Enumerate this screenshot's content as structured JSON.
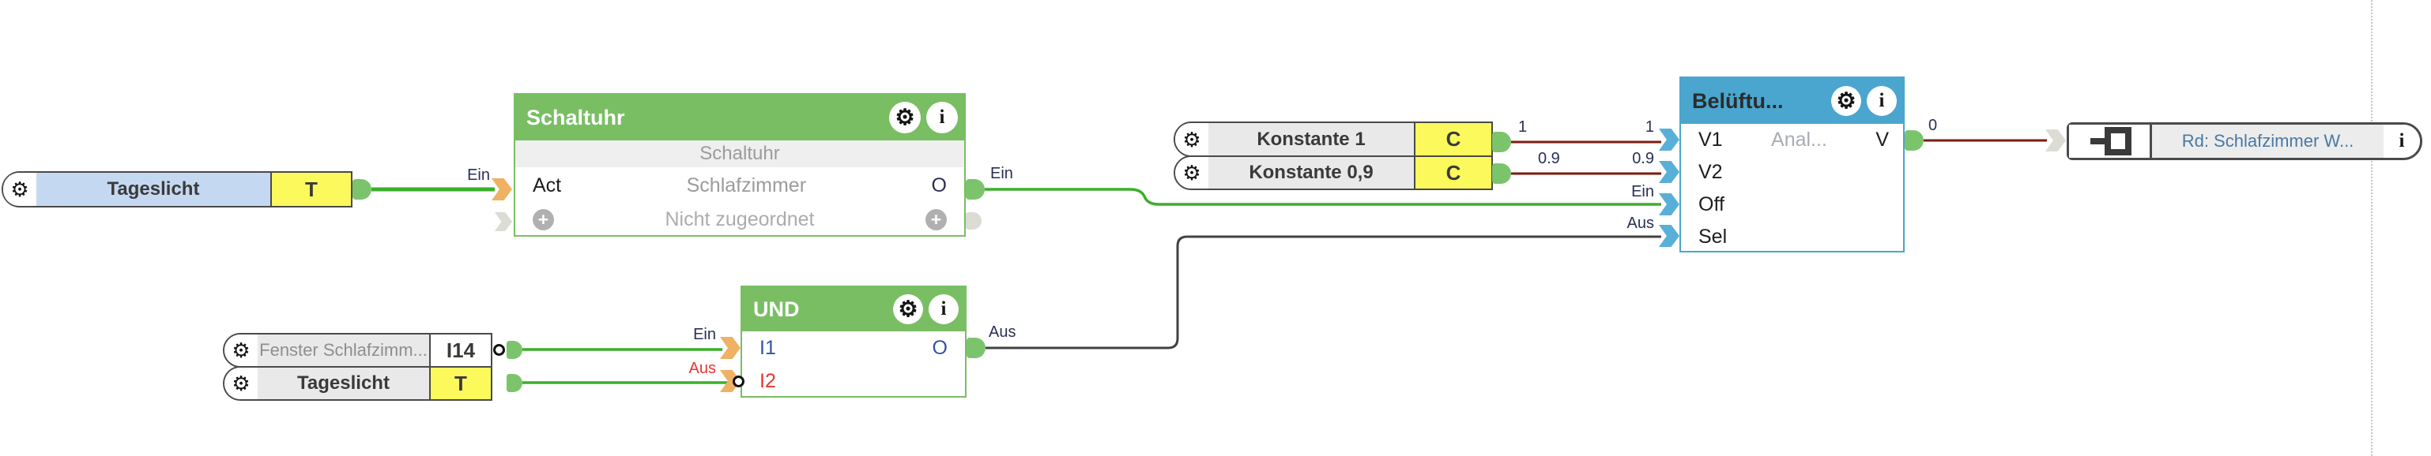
{
  "colors": {
    "block_green": "#79be63",
    "block_blue": "#4aa6ce",
    "badge_yellow": "#fbf95c",
    "selected_label_blue": "#c5d8f1",
    "pill_gray": "#e9e9e9",
    "wire_on_green": "#3cae2c",
    "wire_analog_maroon": "#7c1b12",
    "wire_off_dark": "#424242",
    "connector_orange": "#efb164",
    "connector_blue": "#58b0d8",
    "connector_gray": "#dcdcd4",
    "connector_green": "#7cc46c",
    "value_red": "#e8352e",
    "io_text_blue": "#33549e",
    "memory_text_blue": "#4879a3"
  },
  "icons": {
    "gear": "⚙",
    "info": "i",
    "plus": "+"
  },
  "blocks": {
    "daylight_top": {
      "label": "Tageslicht",
      "badge": "T"
    },
    "fenster": {
      "label": "Fenster Schlafzimm...",
      "badge": "I14"
    },
    "daylight_bottom": {
      "label": "Tageslicht",
      "badge": "T"
    },
    "konstante_1": {
      "label": "Konstante 1",
      "badge": "C"
    },
    "konstante_09": {
      "label": "Konstante 0,9",
      "badge": "C"
    },
    "schaltuhr": {
      "header": "Schaltuhr",
      "subtitle": "Schaltuhr",
      "input_label": "Act",
      "center_label": "Schlafzimmer",
      "output_label": "O",
      "unassigned_label": "Nicht zugeordnet"
    },
    "und": {
      "header": "UND",
      "input1": "I1",
      "input2": "I2",
      "output": "O"
    },
    "belueftung": {
      "header": "Belüftu...",
      "input1": "V1",
      "input2": "V2",
      "input3": "Off",
      "input4": "Sel",
      "center_hint": "Anal...",
      "output": "V"
    },
    "memory_output": {
      "label": "Rd: Schlafzimmer W...",
      "info": "i"
    }
  },
  "wire_labels": [
    {
      "id": "schaltuhr-act-in",
      "text": "Ein"
    },
    {
      "id": "schaltuhr-o-out",
      "text": "Ein"
    },
    {
      "id": "und-i1-in",
      "text": "Ein"
    },
    {
      "id": "und-i2-in",
      "text": "Aus"
    },
    {
      "id": "und-o-out",
      "text": "Aus"
    },
    {
      "id": "konstante1-out",
      "text": "1"
    },
    {
      "id": "konstante09-out",
      "text": "0.9"
    },
    {
      "id": "belueftung-v1-in",
      "text": "1"
    },
    {
      "id": "belueftung-v2-in",
      "text": "0.9"
    },
    {
      "id": "belueftung-off-in",
      "text": "Ein"
    },
    {
      "id": "belueftung-sel-in",
      "text": "Aus"
    },
    {
      "id": "belueftung-v-out",
      "text": "0"
    }
  ]
}
